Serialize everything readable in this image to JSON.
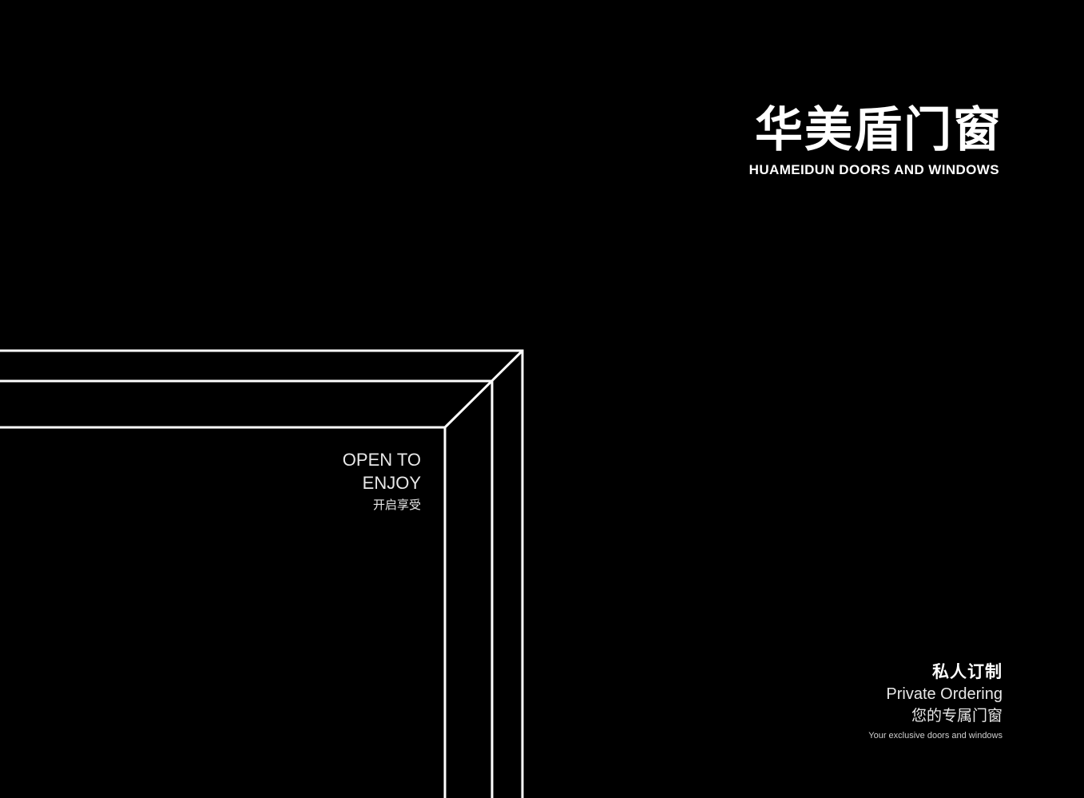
{
  "logo": {
    "chinese": "华美盾门窗",
    "english": "HUAMEIDUN DOORS AND WINDOWS"
  },
  "slogan": {
    "line1": "OPEN TO",
    "line2": "ENJOY",
    "chinese": "开启享受"
  },
  "bottom": {
    "cn_title": "私人订制",
    "en_title": "Private Ordering",
    "cn_sub": "您的专属门窗",
    "en_sub": "Your exclusive doors and windows"
  },
  "colors": {
    "background": "#000000",
    "foreground": "#ffffff"
  }
}
